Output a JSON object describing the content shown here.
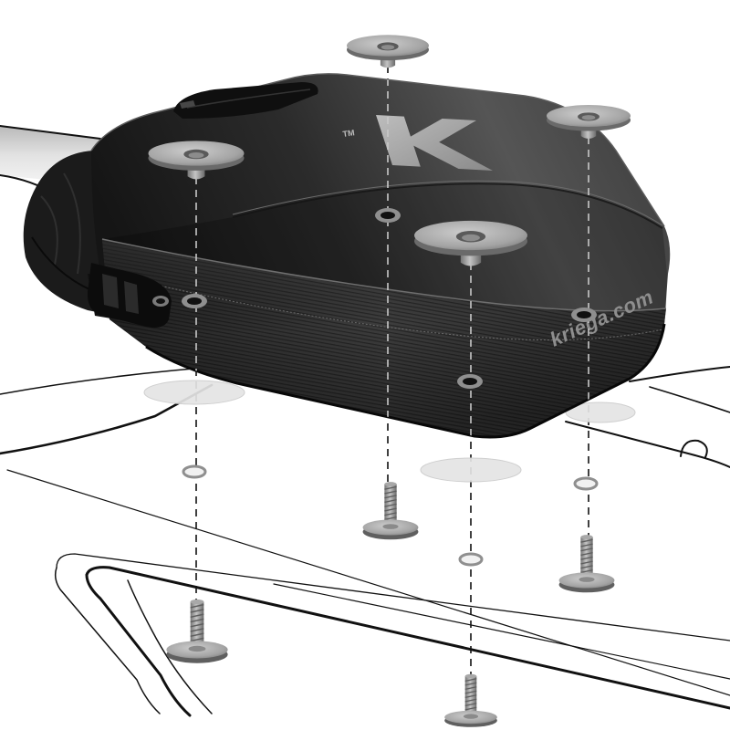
{
  "logo": {
    "mark": "K",
    "trademark": "TM"
  },
  "brand_url": "kriega.com",
  "colors": {
    "outline": "#111111",
    "washer": "#e4e4e4",
    "bag": "#1b1b1b",
    "hardware": "#8f8f8f"
  }
}
